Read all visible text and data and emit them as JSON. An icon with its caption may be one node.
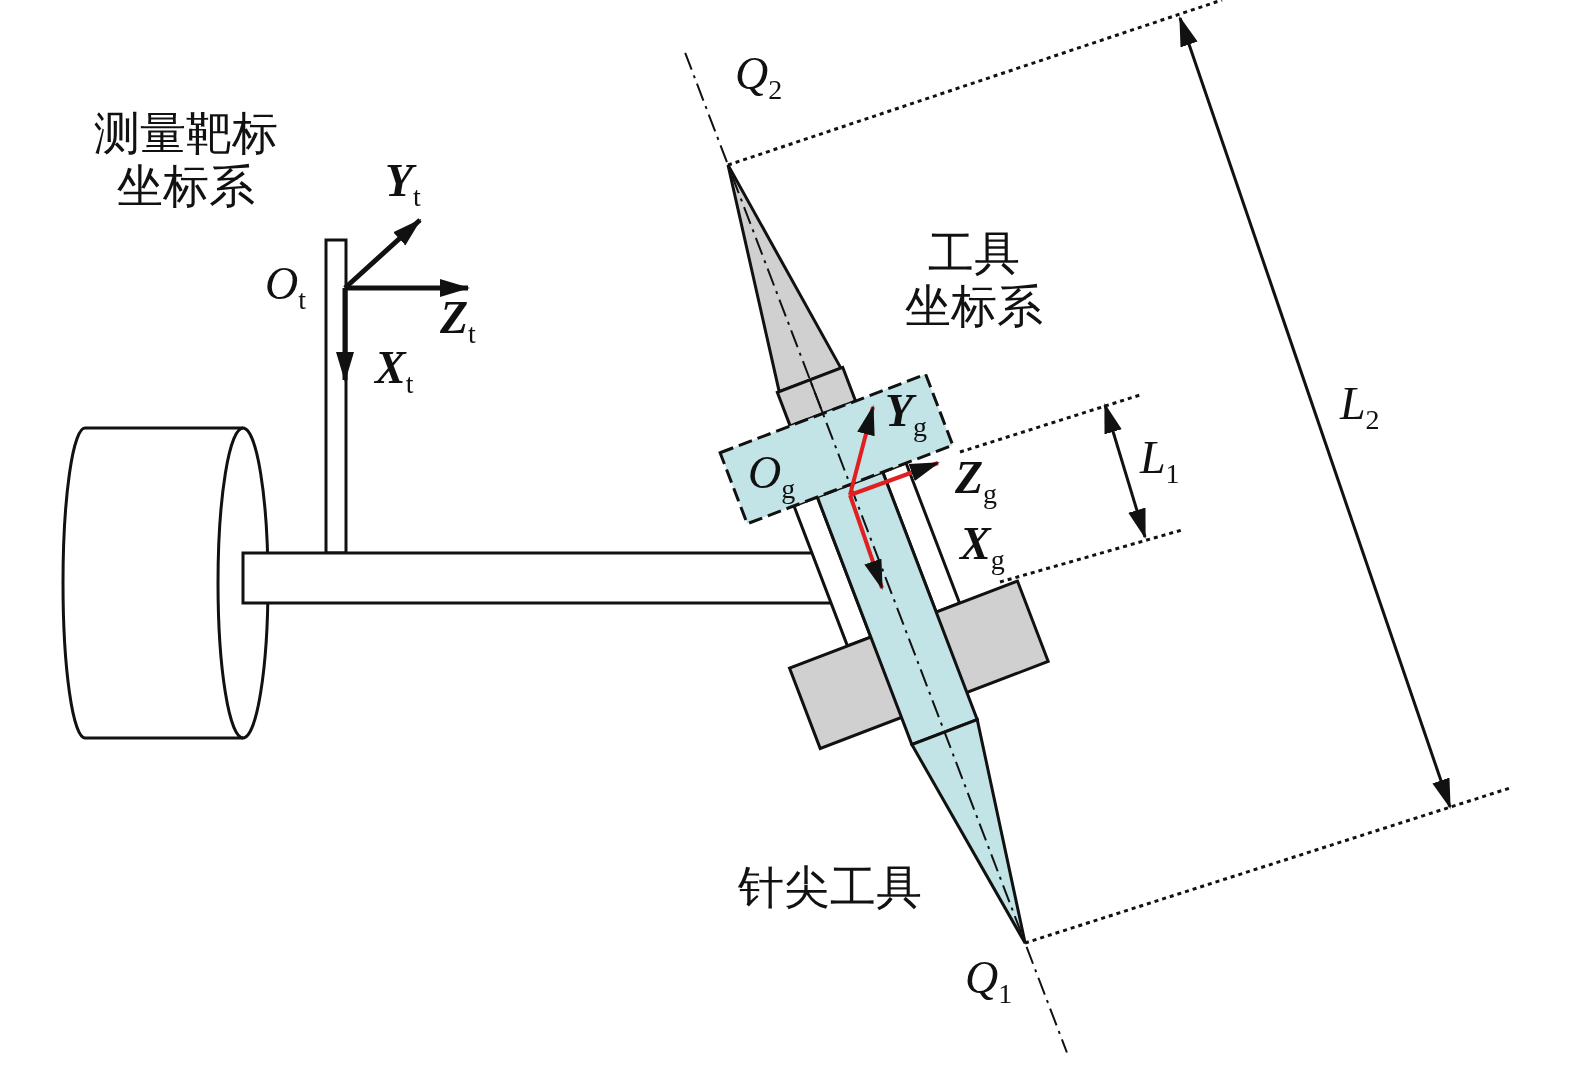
{
  "diagram": {
    "labels": [
      "测量靶标坐标系",
      "*Q*$_{2}$",
      "**Y**$_{t}$",
      "*O*$_{t}$",
      "工具坐标系",
      "**Z**$_{t}$",
      "**X**$_{t}$",
      "*L*$_{2}$",
      "**Y**$_{g}$",
      "*O*$_{g}$",
      "*L*$_{1}$",
      "**Z**$_{g}$",
      "**X**$_{g}$",
      "针尖工具",
      "*Q*$_{1}$"
    ]
  }
}
